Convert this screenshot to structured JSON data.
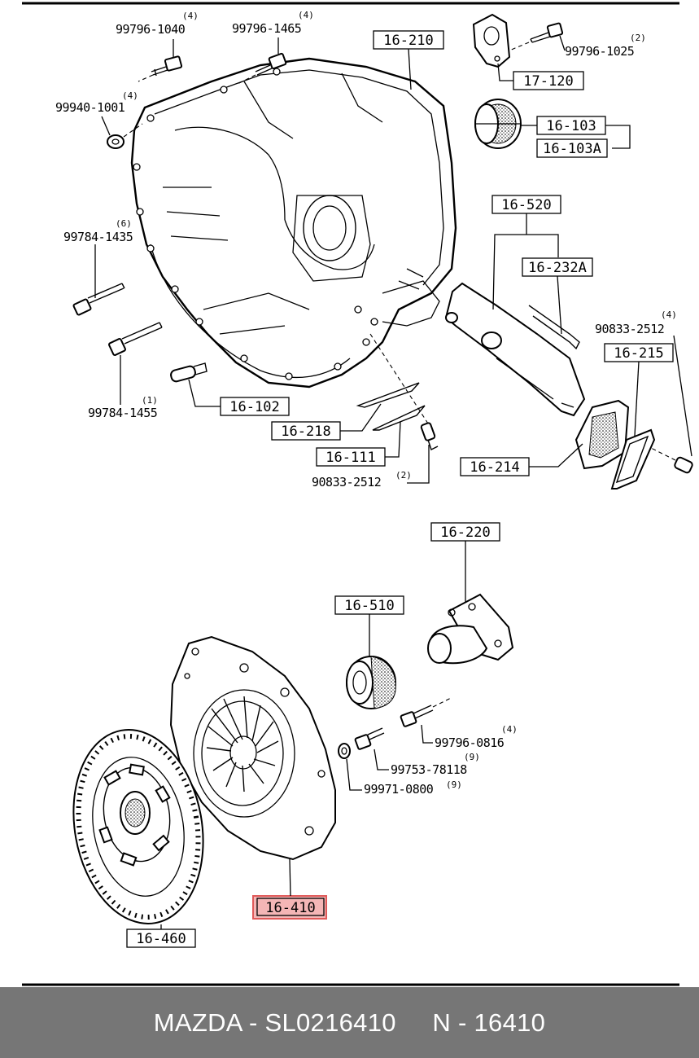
{
  "colors": {
    "highlight_fill": "#f4b6b6",
    "highlight_stroke": "#e05a5a",
    "footer_bg": "#767676",
    "footer_text": "#ffffff"
  },
  "parts": {
    "p99796_1040": {
      "number": "99796-1040",
      "qty": "(4)"
    },
    "p99796_1465": {
      "number": "99796-1465",
      "qty": "(4)"
    },
    "p99940_1001": {
      "number": "99940-1001",
      "qty": "(4)"
    },
    "p99796_1025": {
      "number": "99796-1025",
      "qty": "(2)"
    },
    "p99784_1435": {
      "number": "99784-1435",
      "qty": "(6)"
    },
    "p99784_1455": {
      "number": "99784-1455",
      "qty": "(1)"
    },
    "p90833_2512_a": {
      "number": "90833-2512",
      "qty": "(4)"
    },
    "p90833_2512_b": {
      "number": "90833-2512",
      "qty": "(2)"
    },
    "p99796_0816": {
      "number": "99796-0816",
      "qty": "(4)"
    },
    "p99753_78118": {
      "number": "99753-78118",
      "qty": "(9)"
    },
    "p99971_0800": {
      "number": "99971-0800",
      "qty": "(9)"
    }
  },
  "boxes": {
    "b16_210": "16-210",
    "b17_120": "17-120",
    "b16_103": "16-103",
    "b16_103A": "16-103A",
    "b16_520": "16-520",
    "b16_232A": "16-232A",
    "b16_215": "16-215",
    "b16_102": "16-102",
    "b16_218": "16-218",
    "b16_111": "16-111",
    "b16_214": "16-214",
    "b16_220": "16-220",
    "b16_510": "16-510",
    "b16_410": "16-410",
    "b16_460": "16-460"
  },
  "footer": {
    "text": "MAZDA - SL0216410     N - 16410"
  }
}
